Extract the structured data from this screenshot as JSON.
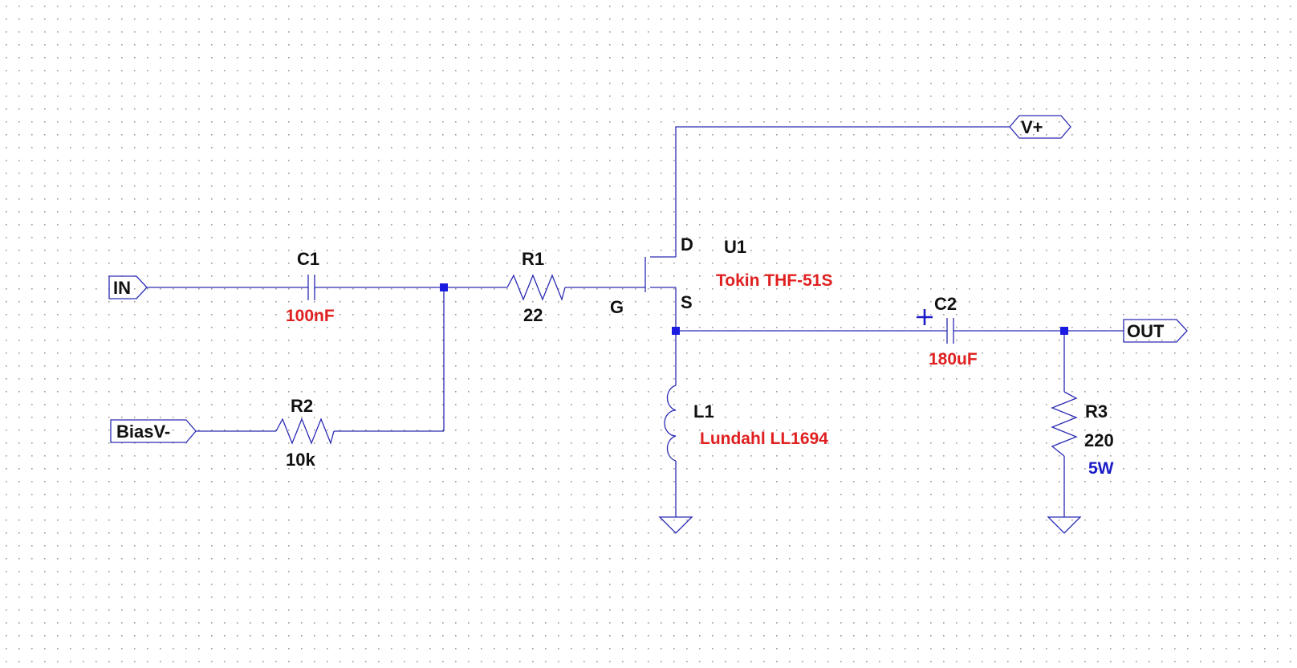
{
  "colors": {
    "wire": "#2a2ab4",
    "junction": "#1a1ae0",
    "label": "#111111",
    "value": "#e02020",
    "attribute": "#1a1ac8",
    "grid_dot": "#9a9a9a"
  },
  "ports": {
    "in": "IN",
    "bias": "BiasV-",
    "vplus": "V+",
    "out": "OUT"
  },
  "components": {
    "c1": {
      "ref": "C1",
      "value": "100nF"
    },
    "r1": {
      "ref": "R1",
      "value": "22"
    },
    "r2": {
      "ref": "R2",
      "value": "10k"
    },
    "u1": {
      "ref": "U1",
      "value": "Tokin THF-51S",
      "pin_d": "D",
      "pin_g": "G",
      "pin_s": "S"
    },
    "c2": {
      "ref": "C2",
      "value": "180uF"
    },
    "l1": {
      "ref": "L1",
      "value": "Lundahl LL1694"
    },
    "r3": {
      "ref": "R3",
      "value": "220",
      "power": "5W"
    }
  },
  "icons": {
    "ground": "ground-icon",
    "polarity": "plus-icon"
  }
}
